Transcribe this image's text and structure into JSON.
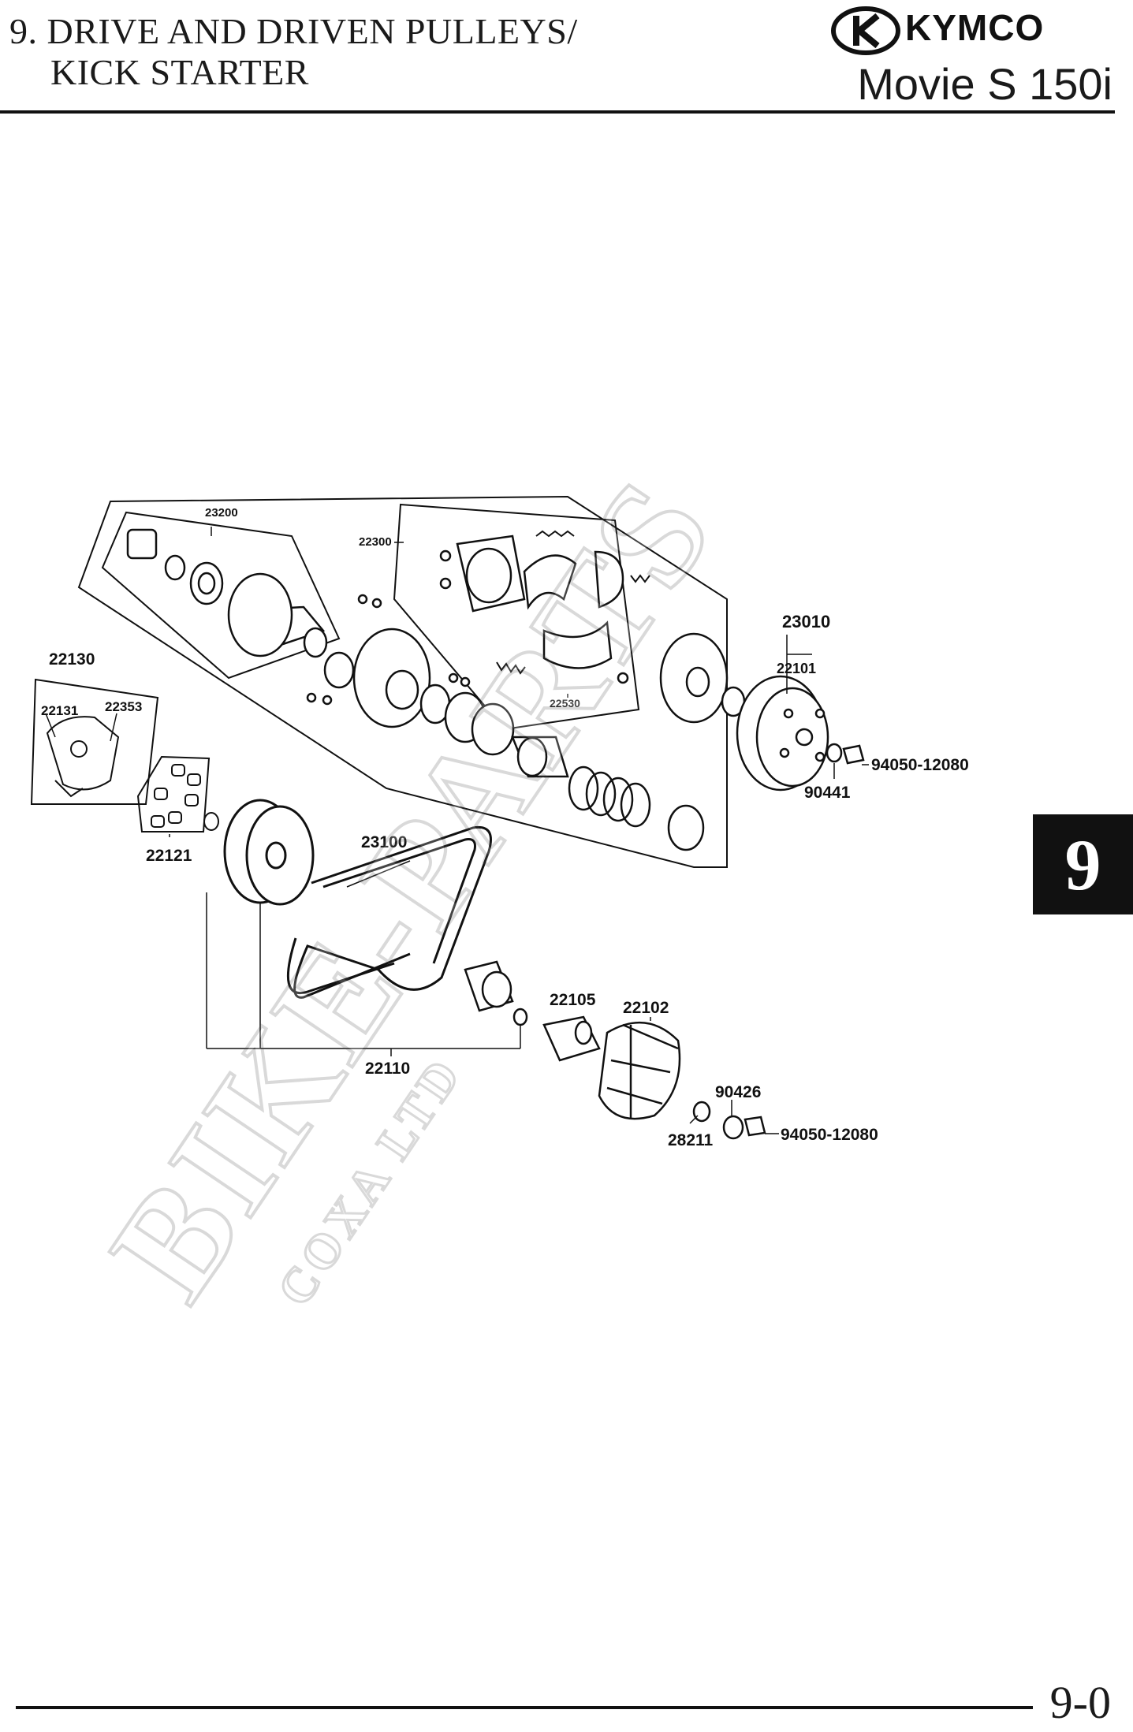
{
  "header": {
    "title_line1": "9. DRIVE AND DRIVEN PULLEYS/",
    "title_line2": "KICK STARTER",
    "brand": "KYMCO",
    "model": "Movie S 150i"
  },
  "chapter_tab": "9",
  "diagram": {
    "labels": {
      "p23200": "23200",
      "p22300": "22300",
      "p22530": "22530",
      "p23010": "23010",
      "p22101": "22101",
      "p94050a": "94050-12080",
      "p90441": "90441",
      "p22130": "22130",
      "p22131": "22131",
      "p22353": "22353",
      "p22121": "22121",
      "p23100": "23100",
      "p22110": "22110",
      "p22105": "22105",
      "p22102": "22102",
      "p90426": "90426",
      "p28211": "28211",
      "p94050b": "94050-12080"
    }
  },
  "watermark": {
    "main": "BIKE-PARTS",
    "sub": "COXA LTD"
  },
  "footer": {
    "page_number": "9-0"
  }
}
